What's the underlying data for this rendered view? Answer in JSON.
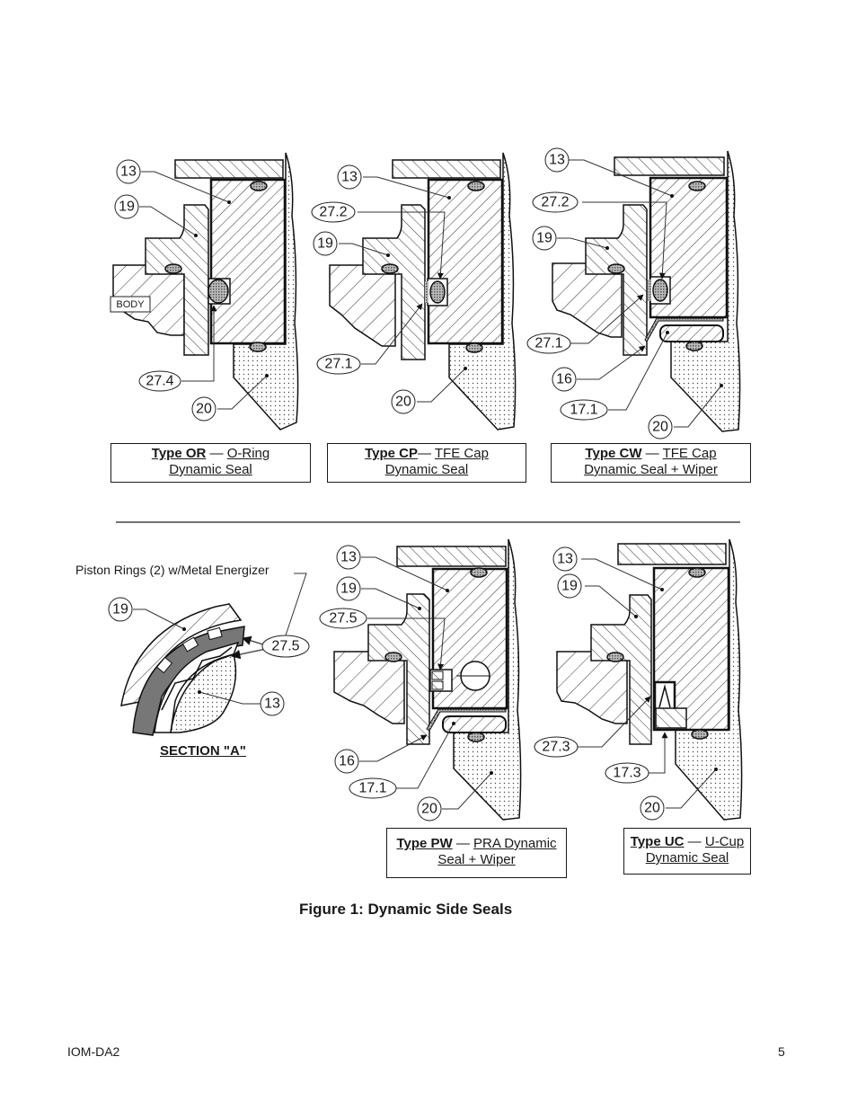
{
  "figure": {
    "title": "Figure 1: Dynamic Side Seals"
  },
  "diagrams": [
    {
      "id": "type-or",
      "caption_type": "Type OR",
      "caption_dash": " — ",
      "caption_desc_line1": "O-Ring",
      "caption_desc_line2": "Dynamic Seal",
      "callouts": [
        "13",
        "19",
        "27.4",
        "20"
      ],
      "extra_label": "BODY"
    },
    {
      "id": "type-cp",
      "caption_type": "Type CP",
      "caption_dash": "— ",
      "caption_desc_line1": "TFE Cap",
      "caption_desc_line2": "Dynamic Seal",
      "callouts": [
        "13",
        "27.2",
        "19",
        "27.1",
        "20"
      ]
    },
    {
      "id": "type-cw",
      "caption_type": "Type CW",
      "caption_dash": " — ",
      "caption_desc_line1": "TFE Cap",
      "caption_desc_line2": "Dynamic Seal + Wiper",
      "callouts": [
        "13",
        "27.2",
        "19",
        "27.1",
        "16",
        "17.1",
        "20"
      ]
    },
    {
      "id": "section-a",
      "heading": "SECTION \"A\"",
      "note": "Piston Rings (2) w/Metal Energizer",
      "callouts": [
        "19",
        "27.5",
        "13"
      ]
    },
    {
      "id": "type-pw",
      "caption_type": "Type PW",
      "caption_dash": " — ",
      "caption_desc_line1": "PRA Dynamic",
      "caption_desc_line2": "Seal + Wiper",
      "callouts": [
        "13",
        "19",
        "27.5",
        "16",
        "17.1",
        "20"
      ]
    },
    {
      "id": "type-uc",
      "caption_type": "Type UC",
      "caption_dash": " — ",
      "caption_desc_line1": "U-Cup",
      "caption_desc_line2": "Dynamic Seal",
      "callouts": [
        "13",
        "19",
        "27.3",
        "17.3",
        "20"
      ]
    }
  ],
  "footer": {
    "doc_id": "IOM-DA2",
    "page_number": "5"
  }
}
